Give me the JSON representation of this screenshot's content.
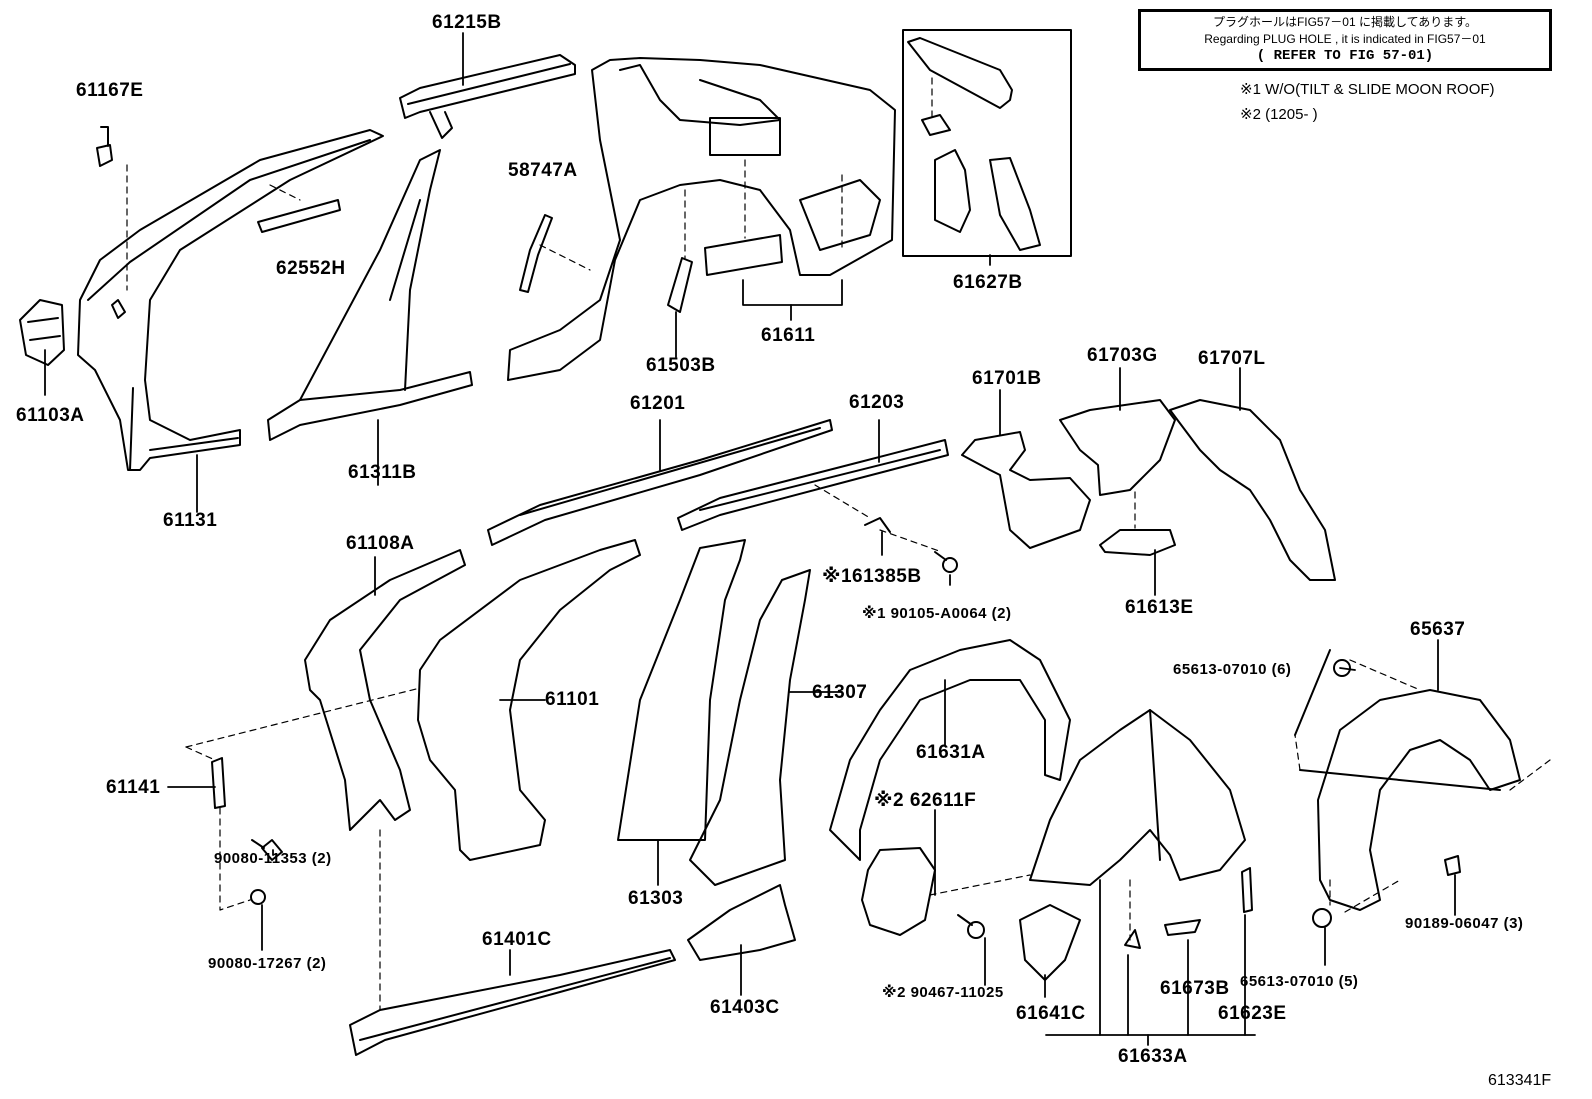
{
  "plug_hole_note": {
    "line_ja": "プラグホールはFIG57－01 に掲載してあります。",
    "line_en": "Regarding PLUG HOLE , it is indicated in FIG57－01",
    "refer": "( REFER TO FIG 57-01)"
  },
  "footnotes": {
    "note1": "※1 W/O(TILT & SLIDE MOON ROOF)",
    "note2": "※2 (1205-          )"
  },
  "figure_id": "613341F",
  "part_labels": {
    "p61215B": "61215B",
    "p61167E": "61167E",
    "p58747A": "58747A",
    "p62552H": "62552H",
    "p61103A": "61103A",
    "p61131": "61131",
    "p61311B": "61311B",
    "p61503B": "61503B",
    "p61611": "61611",
    "p61627B": "61627B",
    "p61201": "61201",
    "p61203": "61203",
    "p61701B": "61701B",
    "p61703G": "61703G",
    "p61707L": "61707L",
    "p61108A": "61108A",
    "p61385B": "※161385B",
    "p90105": "※1 90105-A0064 (2)",
    "p61613E": "61613E",
    "p65637": "65637",
    "p61101": "61101",
    "p61307": "61307",
    "p65613_6": "65613-07010 (6)",
    "p61631A": "61631A",
    "p61141": "61141",
    "p62611F": "※2 62611F",
    "p90080_11353": "90080-11353 (2)",
    "p61303": "61303",
    "p90189": "90189-06047 (3)",
    "p61401C": "61401C",
    "p90080_17267": "90080-17267 (2)",
    "p61403C": "61403C",
    "p90467": "※2 90467-11025",
    "p61673B": "61673B",
    "p65613_5": "65613-07010 (5)",
    "p61641C": "61641C",
    "p61623E": "61623E",
    "p61633A": "61633A"
  }
}
